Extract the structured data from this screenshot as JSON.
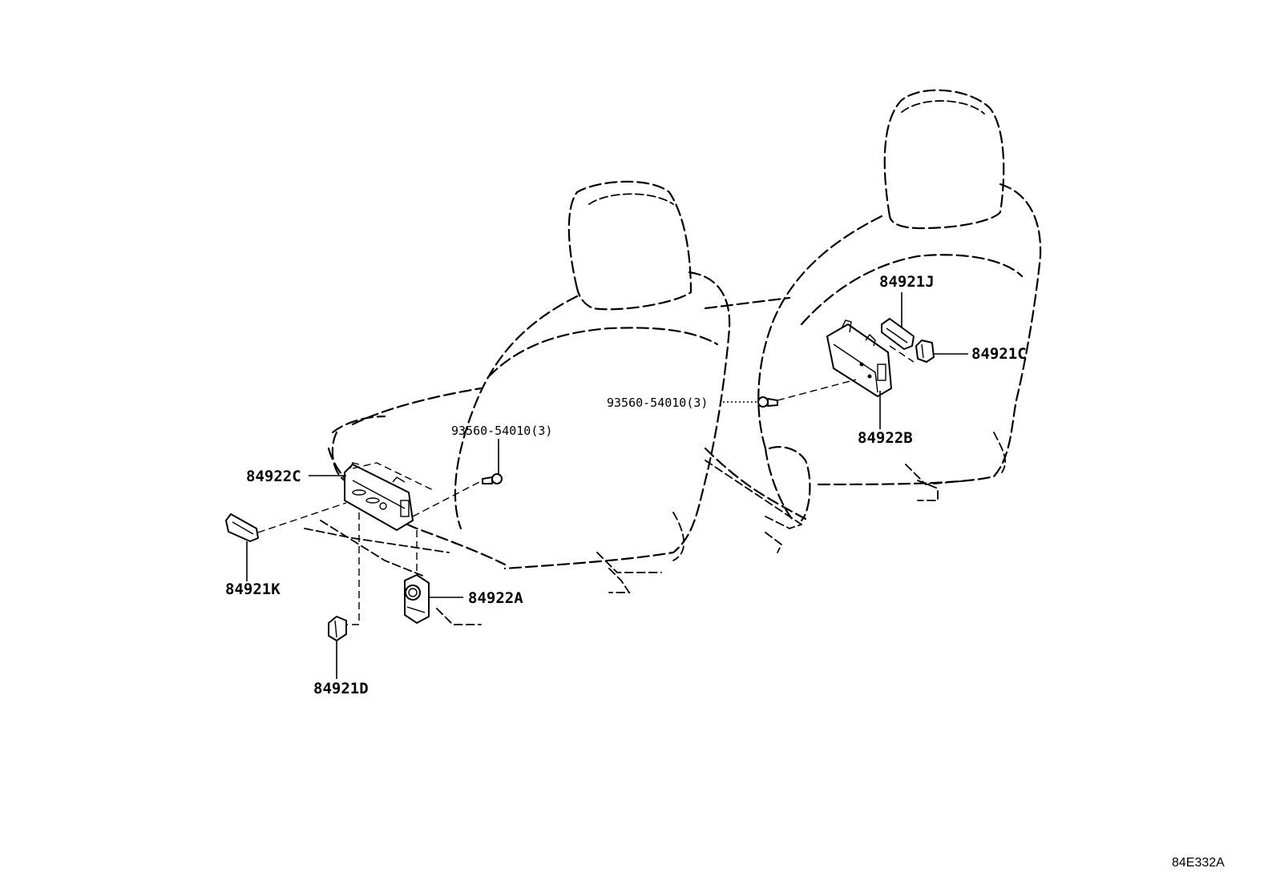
{
  "labels": {
    "part_84921J": "84921J",
    "part_84921C": "84921C",
    "part_84922B": "84922B",
    "part_84922C": "84922C",
    "part_84921K": "84921K",
    "part_84922A": "84922A",
    "part_84921D": "84921D",
    "screw_left": "93560-54010(3)",
    "screw_right": "93560-54010(3)"
  },
  "diagram_code": "84E332A"
}
